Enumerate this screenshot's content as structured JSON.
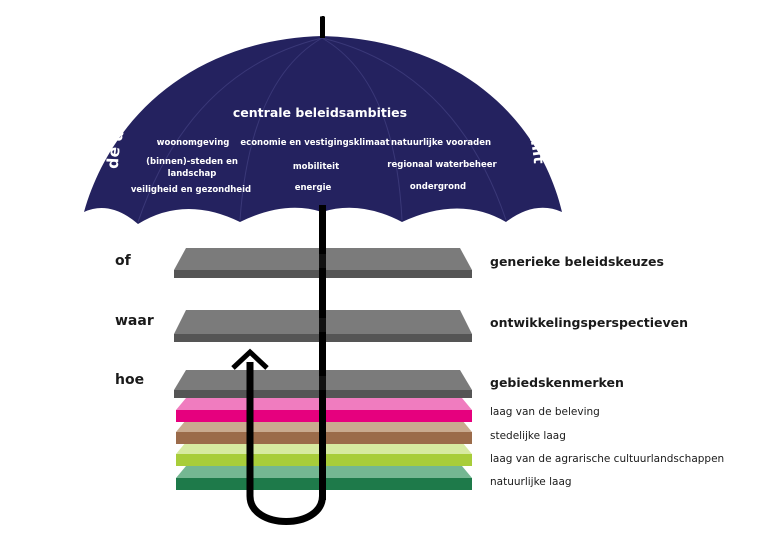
{
  "umbrella": {
    "arc_title": "rode draden: duurzaamheid, sociale kwaliteit en ruimtelijke kwaliteit",
    "center_title": "centrale beleidsambities",
    "ambitions": {
      "woonomgeving": "woonomgeving",
      "steden_line1": "(binnen)-steden en",
      "steden_line2": "landschap",
      "veiligheid": "veiligheid en gezondheid",
      "economie": "economie en vestigingsklimaat",
      "mobiliteit": "mobiliteit",
      "energie": "energie",
      "natuurlijke_vooraden": "natuurlijke vooraden",
      "waterbeheer": "regionaal waterbeheer",
      "ondergrond": "ondergrond"
    },
    "color": "#24225f"
  },
  "levels": [
    {
      "left": "of",
      "right": "generieke beleidskeuzes"
    },
    {
      "left": "waar",
      "right": "ontwikkelingsperspectieven"
    },
    {
      "left": "hoe",
      "right": "gebiedskenmerken"
    }
  ],
  "layers": [
    {
      "label": "laag van de beleving",
      "color": "#e6007e"
    },
    {
      "label": "stedelijke laag",
      "color": "#9b6b4a"
    },
    {
      "label": "laag van de agrarische cultuurlandschappen",
      "color": "#a8cd3a"
    },
    {
      "label": "natuurlijke laag",
      "color": "#1e7a4a"
    }
  ],
  "plate_color": "#6e6e6e"
}
